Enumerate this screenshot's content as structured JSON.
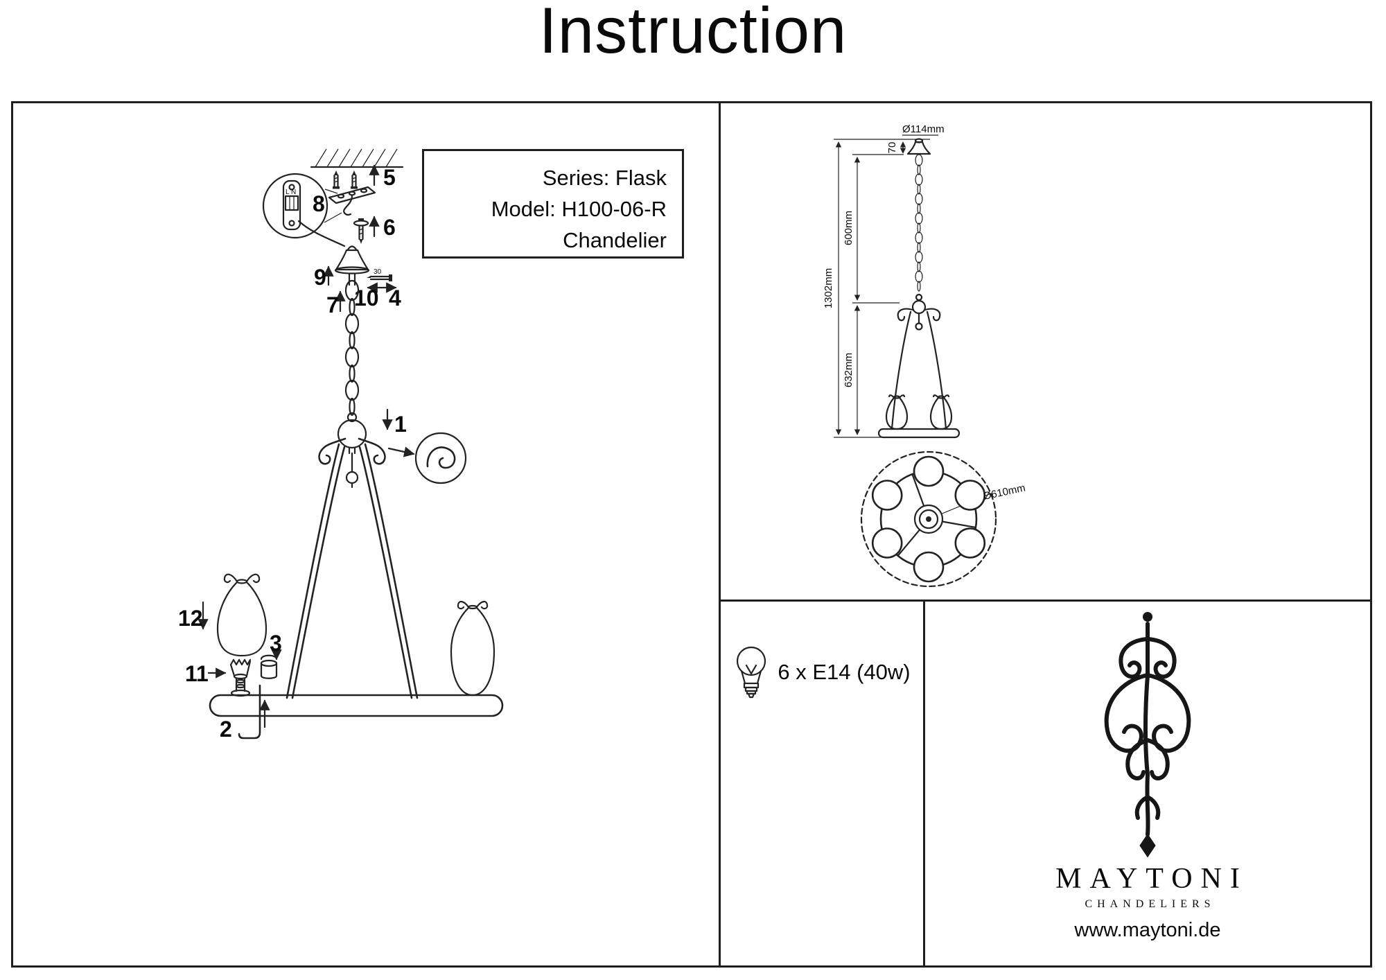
{
  "title": "Instruction",
  "info_box": {
    "series": "Series: Flask",
    "model": "Model: H100-06-R",
    "type": "Chandelier"
  },
  "parts": {
    "p1": "1",
    "p2": "2",
    "p3": "3",
    "p4": "4",
    "p5": "5",
    "p6": "6",
    "p7": "7",
    "p8": "8",
    "p9": "9",
    "p10": "10",
    "p11": "11",
    "p12": "12"
  },
  "detail_labels": {
    "terminal": "L N",
    "screw_dim": "30"
  },
  "dimensions": {
    "canopy_diameter": "Ø114mm",
    "canopy_height": "70",
    "chain_length": "600mm",
    "total_height": "1302mm",
    "body_height": "632mm",
    "body_diameter": "Ø610mm"
  },
  "spec": {
    "bulbs": "6 x E14 (40w)"
  },
  "brand": {
    "name": "MAYTONI",
    "division": "CHANDELIERS",
    "website": "www.maytoni.de"
  }
}
